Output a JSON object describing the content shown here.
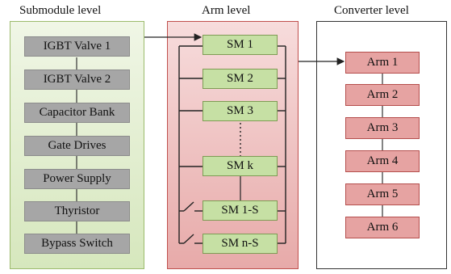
{
  "submodule_level": {
    "title": "Submodule level",
    "items": [
      "IGBT Valve 1",
      "IGBT Valve 2",
      "Capacitor Bank",
      "Gate Drives",
      "Power Supply",
      "Thyristor",
      "Bypass Switch"
    ]
  },
  "arm_level": {
    "title": "Arm level",
    "items": [
      "SM 1",
      "SM 2",
      "SM 3",
      "SM k",
      "SM 1-S",
      "SM n-S"
    ]
  },
  "converter_level": {
    "title": "Converter level",
    "items": [
      "Arm 1",
      "Arm 2",
      "Arm 3",
      "Arm 4",
      "Arm 5",
      "Arm 6"
    ]
  },
  "colors": {
    "submodule_panel": "#d6e7bd",
    "submodule_box": "#a6a6a6",
    "arm_panel": "#e7aaa9",
    "sm_box": "#c6e0a4",
    "arm_box": "#e6a3a2"
  }
}
